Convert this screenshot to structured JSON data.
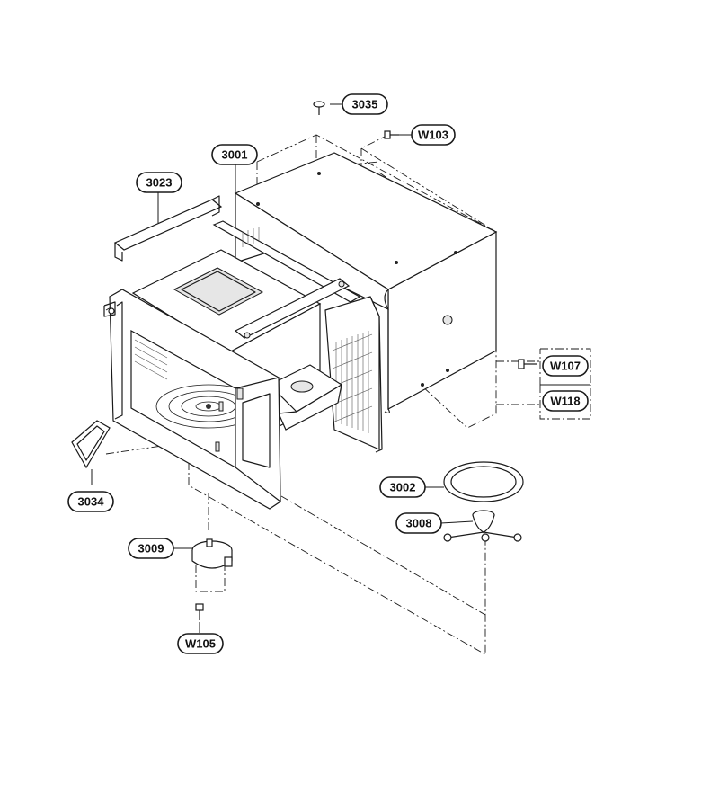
{
  "callouts": {
    "c3035": "3035",
    "cW103": "W103",
    "c3001": "3001",
    "c3023": "3023",
    "cW107": "W107",
    "cW118": "W118",
    "c3034": "3034",
    "c3002": "3002",
    "c3008": "3008",
    "c3009": "3009",
    "cW105": "W105"
  }
}
